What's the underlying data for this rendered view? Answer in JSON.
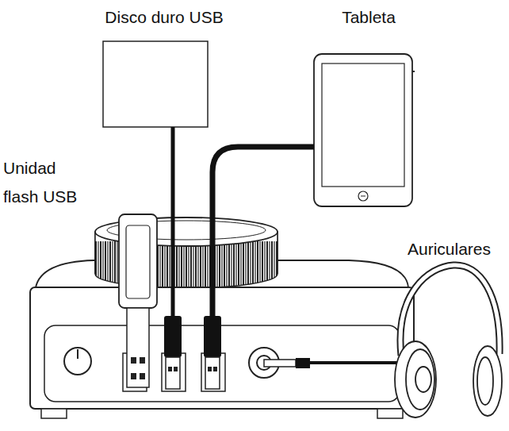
{
  "diagram": {
    "labels": [
      "Disco duro USB",
      "Tableta",
      "Unidad flash USB",
      "Auriculares"
    ]
  }
}
